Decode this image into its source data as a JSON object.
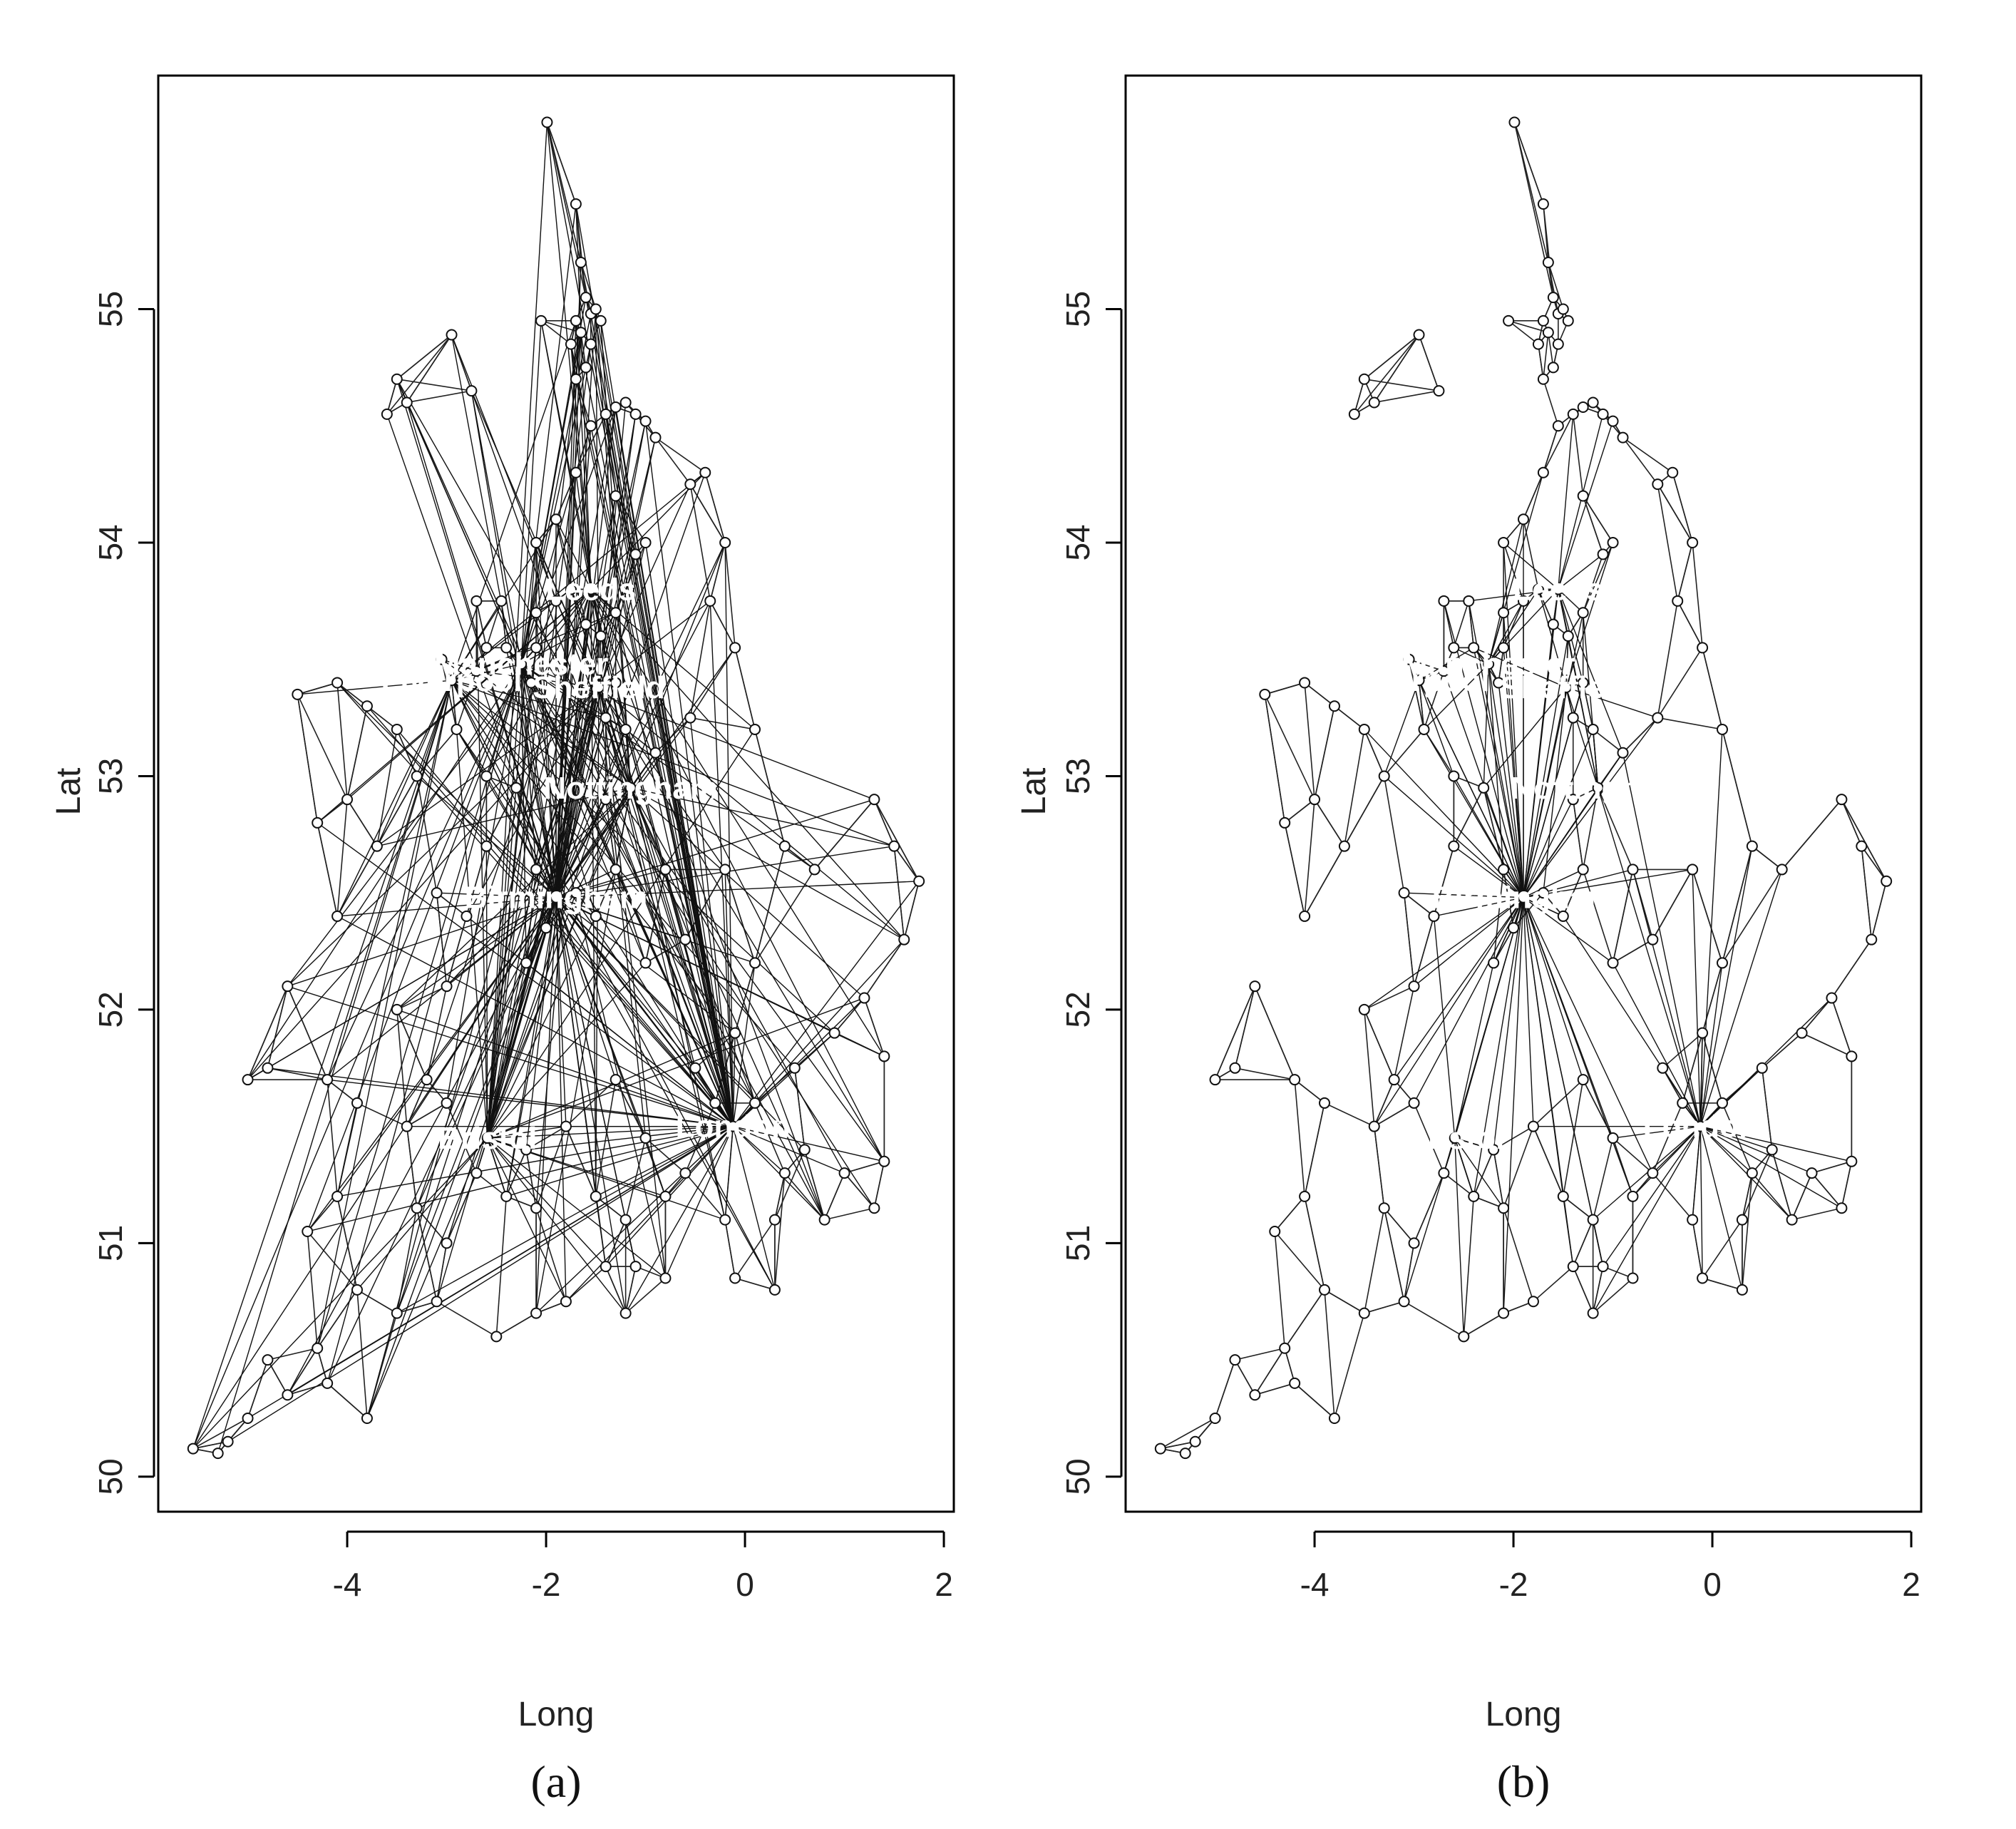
{
  "chart_data": [
    {
      "type": "scatter",
      "panel_label": "(a)",
      "xlabel": "Long",
      "ylabel": "Lat",
      "xlim": [
        -5.9,
        2.1
      ],
      "ylim": [
        49.85,
        56.0
      ],
      "xticks": [
        -4,
        -2,
        0,
        2
      ],
      "yticks": [
        50,
        51,
        52,
        53,
        54,
        55
      ],
      "hub_links": "long-range",
      "cities": [
        {
          "name": "Leeds",
          "lon": -1.55,
          "lat": 53.8
        },
        {
          "name": "Manchester",
          "lon": -2.25,
          "lat": 53.48
        },
        {
          "name": "Liverpool",
          "lon": -2.95,
          "lat": 53.41
        },
        {
          "name": "Sheffield",
          "lon": -1.47,
          "lat": 53.38
        },
        {
          "name": "Nottingham",
          "lon": -1.15,
          "lat": 52.95
        },
        {
          "name": "Birmingham",
          "lon": -1.9,
          "lat": 52.48
        },
        {
          "name": "Bristol",
          "lon": -2.59,
          "lat": 51.45
        },
        {
          "name": "London",
          "lon": -0.12,
          "lat": 51.5
        }
      ]
    },
    {
      "type": "scatter",
      "panel_label": "(b)",
      "xlabel": "Long",
      "ylabel": "Lat",
      "xlim": [
        -5.9,
        2.1
      ],
      "ylim": [
        49.85,
        56.0
      ],
      "xticks": [
        -4,
        -2,
        0,
        2
      ],
      "yticks": [
        50,
        51,
        52,
        53,
        54,
        55
      ],
      "hub_links": "local",
      "cities": [
        {
          "name": "Leeds",
          "lon": -1.55,
          "lat": 53.8
        },
        {
          "name": "Manchester",
          "lon": -2.25,
          "lat": 53.48
        },
        {
          "name": "Liverpool",
          "lon": -2.95,
          "lat": 53.41
        },
        {
          "name": "Sheffield",
          "lon": -1.47,
          "lat": 53.38
        },
        {
          "name": "Nottingham",
          "lon": -1.15,
          "lat": 52.95
        },
        {
          "name": "Birmingham",
          "lon": -1.9,
          "lat": 52.48
        },
        {
          "name": "Bristol",
          "lon": -2.59,
          "lat": 51.45
        },
        {
          "name": "London",
          "lon": -0.12,
          "lat": 51.5
        }
      ]
    }
  ],
  "nodes": [
    [
      -1.99,
      55.8
    ],
    [
      -1.7,
      55.45
    ],
    [
      -1.65,
      55.2
    ],
    [
      -1.6,
      55.05
    ],
    [
      -1.55,
      54.98
    ],
    [
      -1.7,
      54.95
    ],
    [
      -1.45,
      54.95
    ],
    [
      -1.5,
      55.0
    ],
    [
      -1.65,
      54.9
    ],
    [
      -1.55,
      54.85
    ],
    [
      -1.75,
      54.85
    ],
    [
      -1.6,
      54.75
    ],
    [
      -1.7,
      54.7
    ],
    [
      -2.05,
      54.95
    ],
    [
      -2.95,
      54.89
    ],
    [
      -1.2,
      54.6
    ],
    [
      -1.3,
      54.58
    ],
    [
      -1.1,
      54.55
    ],
    [
      -1.4,
      54.55
    ],
    [
      -1.0,
      54.52
    ],
    [
      -1.55,
      54.5
    ],
    [
      -0.9,
      54.45
    ],
    [
      -3.4,
      54.6
    ],
    [
      -3.5,
      54.7
    ],
    [
      -3.6,
      54.55
    ],
    [
      -2.75,
      54.65
    ],
    [
      -2.1,
      54.0
    ],
    [
      -1.7,
      54.3
    ],
    [
      -1.9,
      54.1
    ],
    [
      -1.3,
      54.2
    ],
    [
      -1.0,
      54.0
    ],
    [
      -0.4,
      54.3
    ],
    [
      -0.2,
      54.0
    ],
    [
      -0.35,
      53.75
    ],
    [
      -0.55,
      54.25
    ],
    [
      -1.1,
      53.95
    ],
    [
      -1.55,
      53.8
    ],
    [
      -1.75,
      53.8
    ],
    [
      -1.9,
      53.75
    ],
    [
      -1.3,
      53.7
    ],
    [
      -1.6,
      53.65
    ],
    [
      -1.45,
      53.6
    ],
    [
      -2.1,
      53.7
    ],
    [
      -2.45,
      53.75
    ],
    [
      -2.7,
      53.75
    ],
    [
      -2.25,
      53.48
    ],
    [
      -2.4,
      53.55
    ],
    [
      -2.1,
      53.55
    ],
    [
      -2.6,
      53.55
    ],
    [
      -2.15,
      53.4
    ],
    [
      -2.7,
      53.45
    ],
    [
      -2.95,
      53.41
    ],
    [
      -3.05,
      53.5
    ],
    [
      -2.9,
      53.2
    ],
    [
      -1.47,
      53.38
    ],
    [
      -1.3,
      53.4
    ],
    [
      -1.2,
      53.2
    ],
    [
      -1.4,
      53.25
    ],
    [
      -1.15,
      52.95
    ],
    [
      -1.4,
      52.9
    ],
    [
      -0.9,
      53.1
    ],
    [
      -0.55,
      53.25
    ],
    [
      -0.1,
      53.55
    ],
    [
      0.1,
      53.2
    ],
    [
      -4.1,
      53.4
    ],
    [
      -4.5,
      53.35
    ],
    [
      -3.8,
      53.3
    ],
    [
      -3.5,
      53.2
    ],
    [
      -3.3,
      53.0
    ],
    [
      -4.0,
      52.9
    ],
    [
      -4.3,
      52.8
    ],
    [
      -3.7,
      52.7
    ],
    [
      -1.9,
      52.48
    ],
    [
      -2.1,
      52.6
    ],
    [
      -1.7,
      52.5
    ],
    [
      -1.5,
      52.4
    ],
    [
      -2.0,
      52.35
    ],
    [
      -2.2,
      52.2
    ],
    [
      -1.3,
      52.6
    ],
    [
      -0.8,
      52.6
    ],
    [
      -0.6,
      52.3
    ],
    [
      -1.0,
      52.2
    ],
    [
      -0.2,
      52.6
    ],
    [
      0.1,
      52.2
    ],
    [
      0.4,
      52.7
    ],
    [
      0.7,
      52.6
    ],
    [
      1.3,
      52.9
    ],
    [
      1.5,
      52.7
    ],
    [
      1.75,
      52.55
    ],
    [
      1.6,
      52.3
    ],
    [
      1.2,
      52.05
    ],
    [
      0.9,
      51.9
    ],
    [
      1.4,
      51.8
    ],
    [
      -3.0,
      52.1
    ],
    [
      -3.5,
      52.0
    ],
    [
      -3.2,
      51.7
    ],
    [
      -3.9,
      51.6
    ],
    [
      -4.2,
      51.7
    ],
    [
      -4.8,
      51.75
    ],
    [
      -5.0,
      51.7
    ],
    [
      -4.6,
      52.1
    ],
    [
      -4.1,
      52.4
    ],
    [
      -3.4,
      51.5
    ],
    [
      -3.0,
      51.6
    ],
    [
      -2.59,
      51.45
    ],
    [
      -2.7,
      51.3
    ],
    [
      -2.2,
      51.4
    ],
    [
      -2.4,
      51.2
    ],
    [
      -1.8,
      51.5
    ],
    [
      -1.3,
      51.7
    ],
    [
      -1.0,
      51.45
    ],
    [
      -0.12,
      51.5
    ],
    [
      -0.3,
      51.6
    ],
    [
      0.1,
      51.6
    ],
    [
      0.4,
      51.3
    ],
    [
      0.6,
      51.4
    ],
    [
      1.0,
      51.3
    ],
    [
      1.4,
      51.35
    ],
    [
      1.3,
      51.15
    ],
    [
      0.8,
      51.1
    ],
    [
      0.3,
      51.1
    ],
    [
      -0.2,
      51.1
    ],
    [
      -0.6,
      51.3
    ],
    [
      -0.8,
      51.2
    ],
    [
      -1.1,
      50.9
    ],
    [
      -1.4,
      50.9
    ],
    [
      -1.8,
      50.75
    ],
    [
      0.3,
      50.8
    ],
    [
      -0.1,
      50.85
    ],
    [
      -0.8,
      50.85
    ],
    [
      -1.2,
      50.7
    ],
    [
      -2.1,
      50.7
    ],
    [
      -2.5,
      50.6
    ],
    [
      -3.1,
      50.75
    ],
    [
      -3.5,
      50.7
    ],
    [
      -3.9,
      50.8
    ],
    [
      -4.2,
      50.4
    ],
    [
      -4.6,
      50.35
    ],
    [
      -5.0,
      50.25
    ],
    [
      -5.2,
      50.15
    ],
    [
      -5.55,
      50.12
    ],
    [
      -5.3,
      50.1
    ],
    [
      -4.8,
      50.5
    ],
    [
      -4.3,
      50.55
    ],
    [
      -3.8,
      50.25
    ],
    [
      -4.4,
      51.05
    ],
    [
      -4.1,
      51.2
    ],
    [
      -3.0,
      51.0
    ],
    [
      -3.3,
      51.15
    ],
    [
      -1.5,
      51.2
    ],
    [
      -2.1,
      51.15
    ],
    [
      -1.2,
      51.1
    ],
    [
      -0.5,
      51.75
    ],
    [
      -0.1,
      51.9
    ],
    [
      0.5,
      51.75
    ],
    [
      -2.3,
      52.95
    ],
    [
      -2.6,
      52.7
    ],
    [
      -2.8,
      52.4
    ],
    [
      -3.1,
      52.5
    ],
    [
      -2.6,
      53.0
    ]
  ]
}
